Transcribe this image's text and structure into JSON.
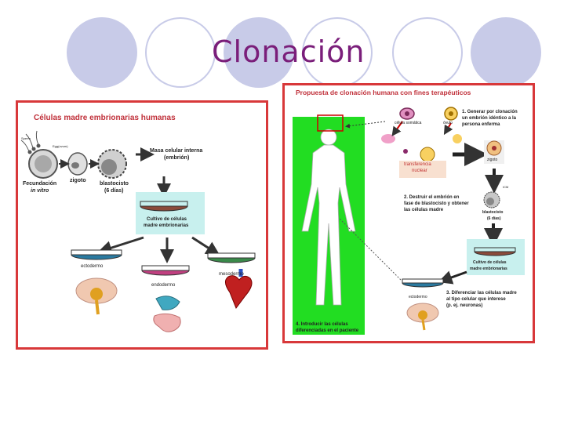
{
  "slide": {
    "title": "Clonación"
  },
  "left_panel": {
    "title": "Células madre embrionarias humanas",
    "sperm_label": "Sperm",
    "egg_label": "Egg(ovum)",
    "fecundacion": "Fecundación",
    "in_vitro": "in vitro",
    "zigoto": "zigoto",
    "blastocisto": "blastocisto",
    "blastocisto_days": "(6 días)",
    "masa_celular": "Masa celular interna",
    "embrion": "(embrión)",
    "cultivo_1": "Cultivo de células",
    "cultivo_2": "madre embrionarias",
    "ectodermo": "ectodermo",
    "endodermo": "endodermo",
    "mesodermo": "mesodermo"
  },
  "right_panel": {
    "title": "Propuesta de clonación humana con fines terapéuticos",
    "celula_somatica": "célula somática",
    "ovulo": "óvulo",
    "step1_1": "1. Generar por clonación",
    "step1_2": "un embrión idéntico a la",
    "step1_3": "persona enferma",
    "transferencia_1": "transferencia",
    "transferencia_2": "nuclear",
    "zigoto": "zigoto",
    "icm": "ICM",
    "step2_1": "2. Destruir el embrión en",
    "step2_2": "fase de blastocisto y obtener",
    "step2_3": "las células madre",
    "blastocisto": "blastocisto",
    "blastocisto_days": "(6 días)",
    "cultivo_1": "Cultivo de células",
    "cultivo_2": "madre embrionarias",
    "ectodermo": "ectodermo",
    "step3_1": "3. Diferenciar las células madre",
    "step3_2": "al tipo celular que interese",
    "step3_3": "(p. ej. neuronas)",
    "step4_1": "4. Introducir las células",
    "step4_2": "diferenciadas en el paciente"
  }
}
